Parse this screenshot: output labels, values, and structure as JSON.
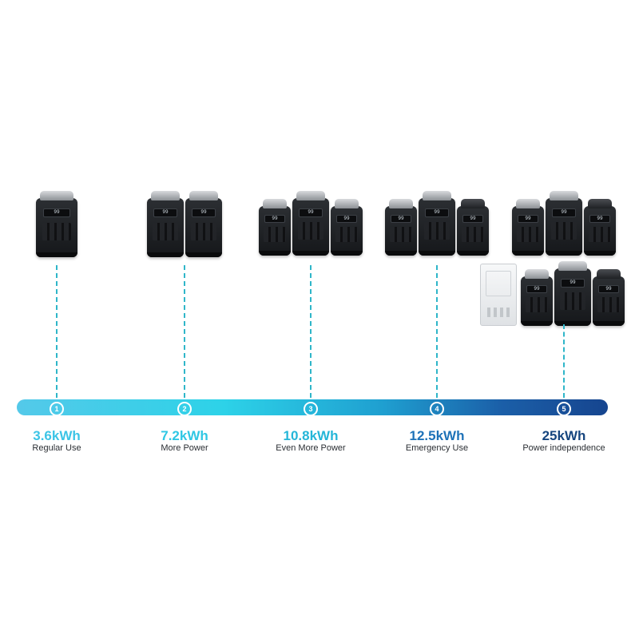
{
  "screen_reading": "99",
  "steps": [
    {
      "number": "1",
      "capacity": "3.6kWh",
      "label": "Regular Use",
      "color": "#3cc4e6",
      "units": 1,
      "controller": false,
      "rows": 1
    },
    {
      "number": "2",
      "capacity": "7.2kWh",
      "label": "More Power",
      "color": "#2fc7e4",
      "units": 2,
      "controller": false,
      "rows": 1
    },
    {
      "number": "3",
      "capacity": "10.8kWh",
      "label": "Even More Power",
      "color": "#25b6d8",
      "units": 3,
      "controller": false,
      "rows": 1
    },
    {
      "number": "4",
      "capacity": "12.5kWh",
      "label": "Emergency Use",
      "color": "#1e72b8",
      "units": 3,
      "controller": false,
      "rows": 1
    },
    {
      "number": "5",
      "capacity": "25kWh",
      "label": "Power independence",
      "color": "#17467f",
      "units": 3,
      "controller": true,
      "rows": 2
    }
  ]
}
